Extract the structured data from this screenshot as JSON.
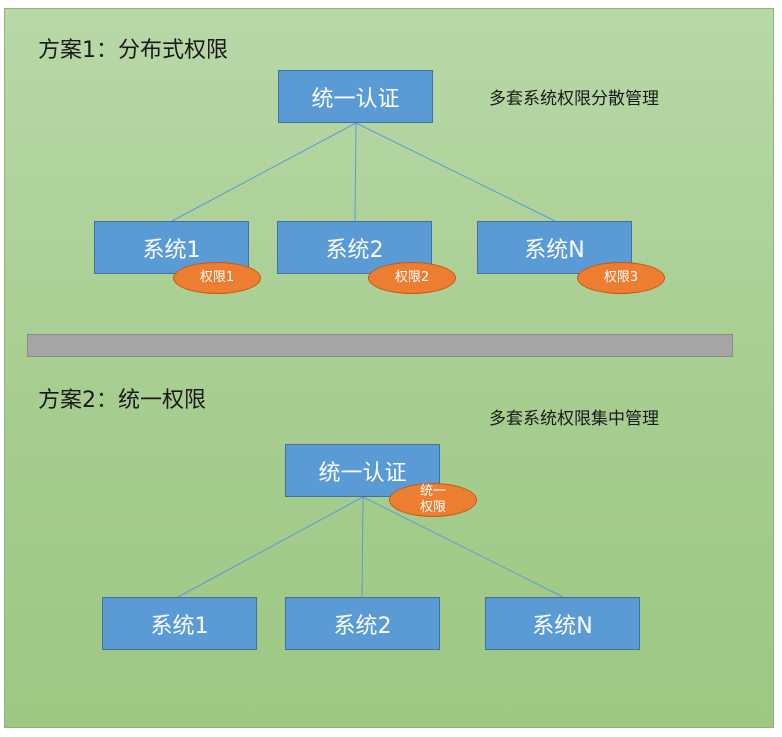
{
  "scheme1": {
    "title": "方案1：分布式权限",
    "note": "多套系统权限分散管理",
    "root": "统一认证",
    "systems": [
      "系统1",
      "系统2",
      "系统N"
    ],
    "permissions": [
      "权限1",
      "权限2",
      "权限3"
    ]
  },
  "scheme2": {
    "title": "方案2：统一权限",
    "note": "多套系统权限集中管理",
    "root": "统一认证",
    "root_badge": [
      "统一",
      "权限"
    ],
    "systems": [
      "系统1",
      "系统2",
      "系统N"
    ]
  },
  "colors": {
    "background": "#a9cf93",
    "node_fill": "#5b9bd5",
    "badge_fill": "#ed7d31",
    "connector": "#5b9bd5",
    "divider": "#a5a5a5"
  }
}
